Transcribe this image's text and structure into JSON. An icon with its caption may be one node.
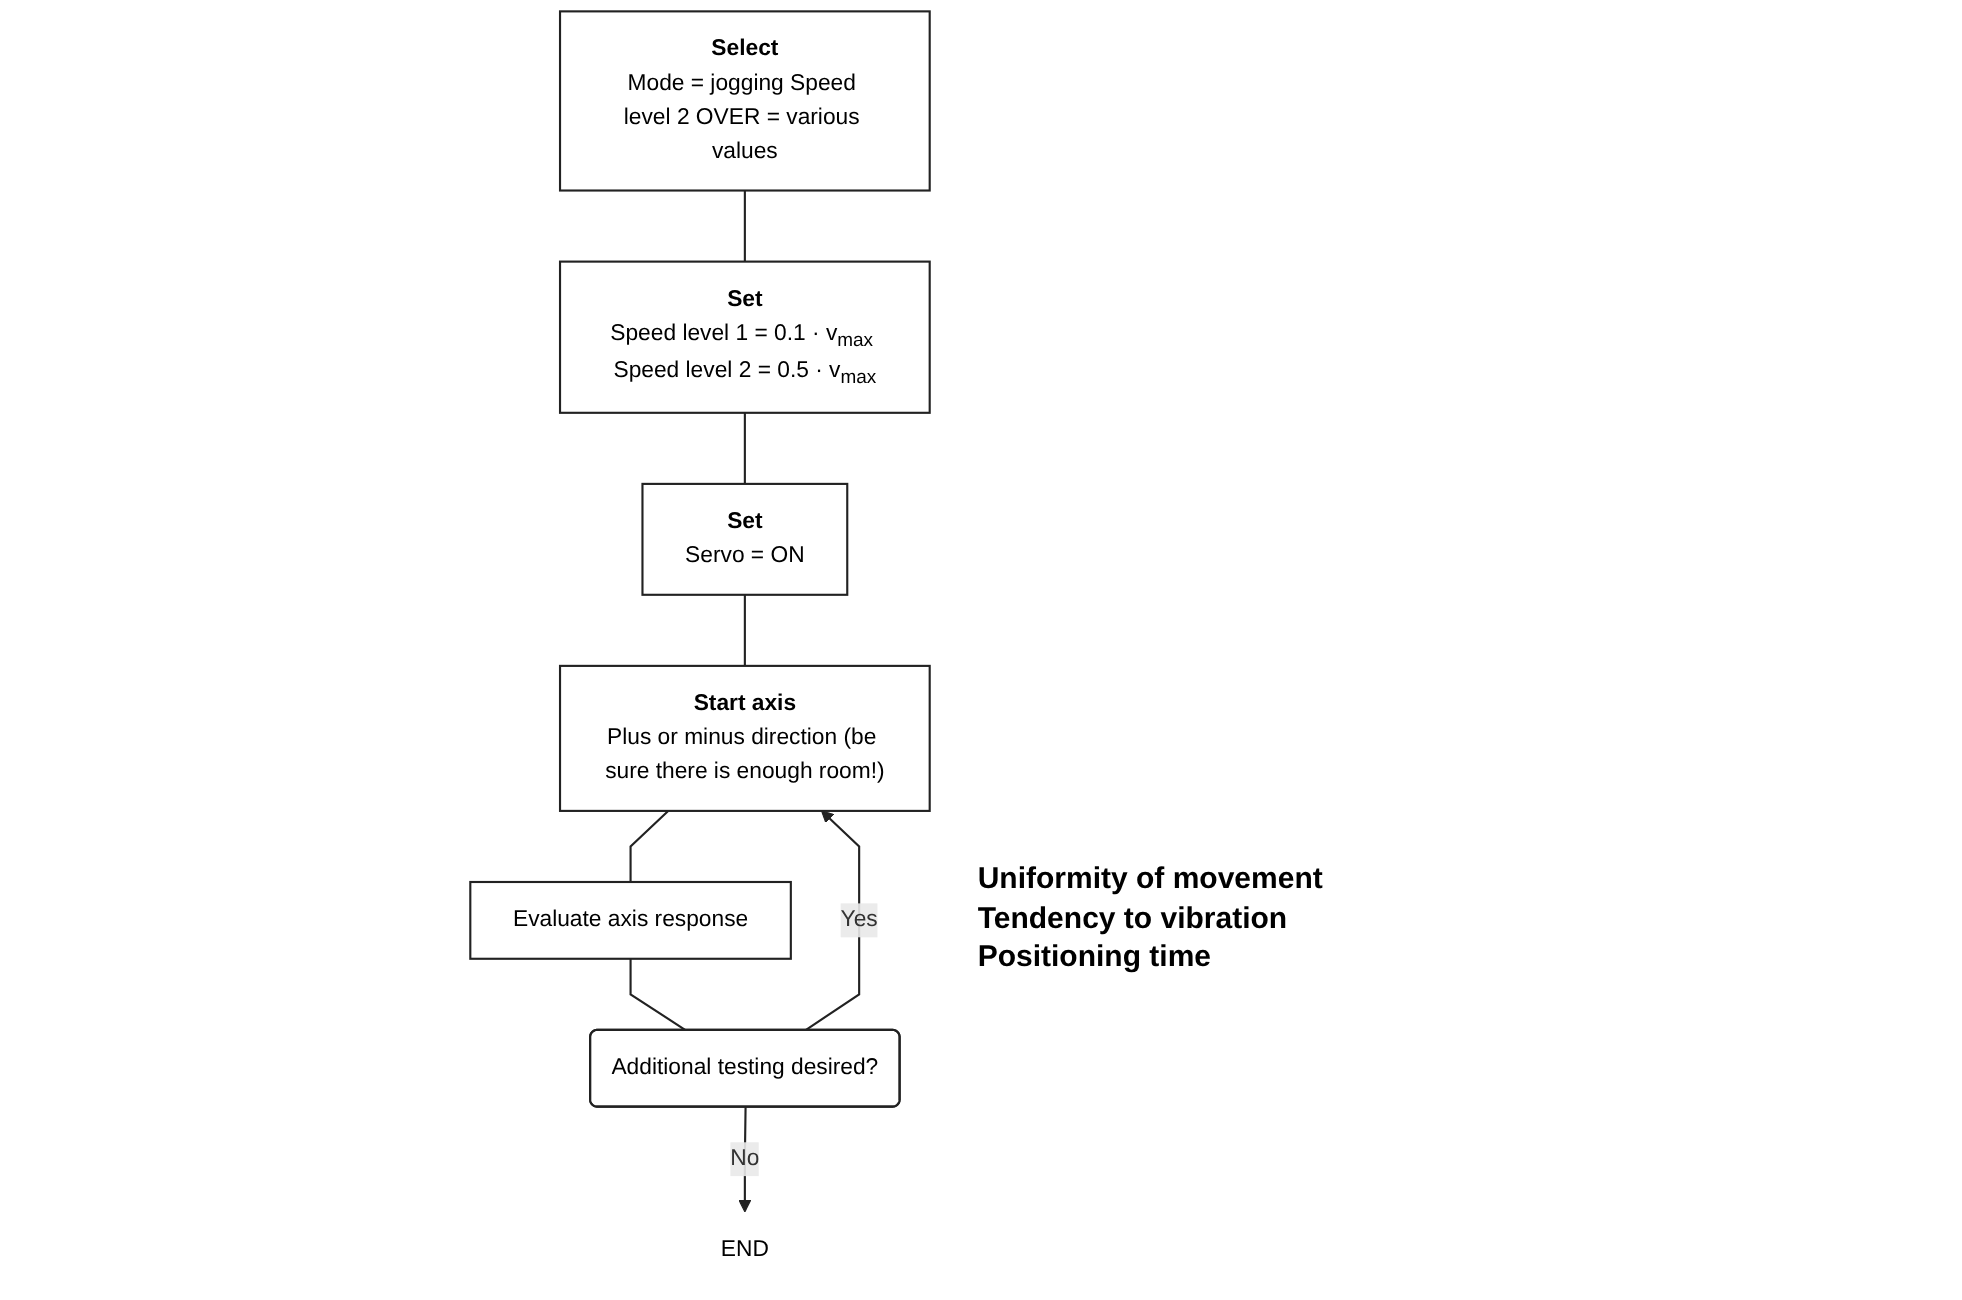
{
  "diagram": {
    "nodes": [
      {
        "text": [
          "Select",
          "Mode = jogging Speed level 2 OVER = various values"
        ]
      },
      {
        "text": [
          "Set",
          "Speed level 1 = 0.1 · v$_{max}$ Speed level 2 = 0.5 · v$_{max}$"
        ]
      },
      {
        "text": [
          "Set",
          "Servo = ON"
        ]
      },
      {
        "text": [
          "Start axis",
          "Plus or minus direction (be sure there is enough room!)"
        ]
      },
      {
        "text": [
          "Evaluate axis response"
        ],
        "beside": [
          "Uniformity of movement",
          "Tendency to vibration",
          "Positioning time"
        ]
      },
      {
        "text": [
          "Additional testing desired?"
        ]
      },
      {
        "text": [
          "END"
        ]
      }
    ],
    "edges": [
      {
        "from": 0,
        "to": 1,
        "arrow": "none"
      },
      {
        "from": 1,
        "to": 2,
        "arrow": "none"
      },
      {
        "from": 2,
        "to": 3,
        "arrow": "none"
      },
      {
        "from": 3,
        "to": 4,
        "arrow": "none"
      },
      {
        "from": 4,
        "to": 5,
        "arrow": "none"
      },
      {
        "from": 5,
        "to": 6,
        "label": "No",
        "arrow": "to"
      },
      {
        "from": 5,
        "to": 3,
        "label": "Yes",
        "arrow": "to"
      }
    ]
  }
}
